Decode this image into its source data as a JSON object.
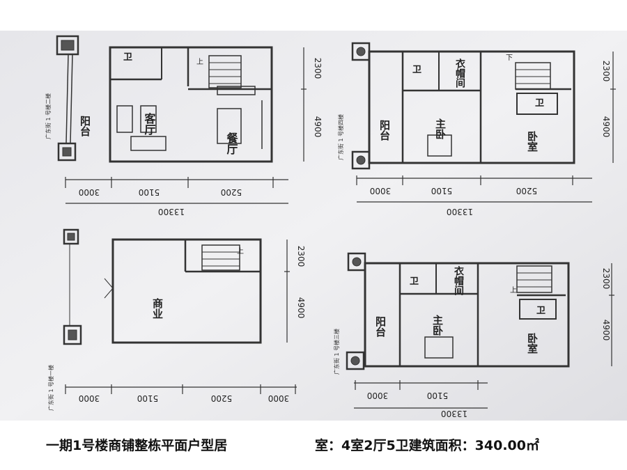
{
  "caption": {
    "left": "一期1号楼商铺整栋平面户型居",
    "right": "室：4室2厅5卫建筑面积：340.00㎡"
  },
  "plans": {
    "floor2": {
      "rooms": {
        "balcony": "阳台",
        "bath": "卫",
        "living": "客厅",
        "dining": "餐厅"
      },
      "dims": {
        "h1": "3000",
        "h2": "5100",
        "h3": "5200",
        "total": "13300",
        "v1": "2300",
        "v2": "4900"
      },
      "side_label": "广东街 1 号楼二楼"
    },
    "floor4": {
      "rooms": {
        "balcony": "阳台",
        "bath1": "卫",
        "closet": "衣帽间",
        "master": "主卧",
        "bath2": "卫",
        "bedroom": "卧室"
      },
      "dims": {
        "h1": "3000",
        "h2": "5100",
        "h3": "5200",
        "total": "13300",
        "v1": "2300",
        "v2": "4900"
      },
      "side_label": "广东街 1 号楼四楼"
    },
    "floor1": {
      "rooms": {
        "shop": "商业"
      },
      "dims": {
        "h1": "3000",
        "h2": "5100",
        "h3": "5200",
        "h4": "3000",
        "v1": "2300",
        "v2": "4900"
      },
      "side_label": "广东街 1 号楼一楼"
    },
    "floor3": {
      "rooms": {
        "balcony": "阳台",
        "bath1": "卫",
        "closet": "衣帽间",
        "master": "主卧",
        "bath2": "卫",
        "bedroom": "卧室"
      },
      "dims": {
        "h1": "3000",
        "h2": "5100",
        "total": "13300",
        "v1": "2300",
        "v2": "4900"
      },
      "side_label": "广东街 1 号楼三楼"
    },
    "stair_mark": "上",
    "stair_mark2": "下"
  }
}
